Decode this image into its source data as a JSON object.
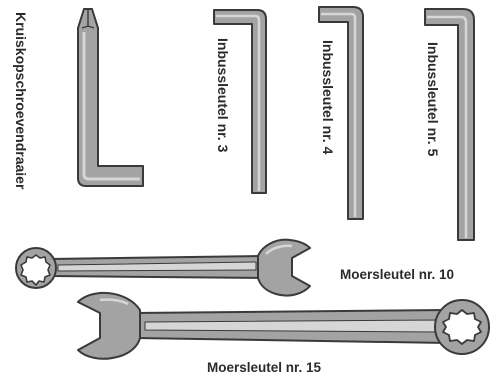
{
  "tools": {
    "screwdriver": {
      "label": "Kruiskopschroevendraaier"
    },
    "hex3": {
      "label": "Inbussleutel nr. 3"
    },
    "hex4": {
      "label": "Inbussleutel nr. 4"
    },
    "hex5": {
      "label": "Inbussleutel nr. 5"
    },
    "wrench10": {
      "label": "Moersleutel nr. 10"
    },
    "wrench15": {
      "label": "Moersleutel nr. 15"
    }
  },
  "colors": {
    "tool_fill": "#a3a3a3",
    "tool_highlight": "#d6d6d6",
    "outline": "#3a3a3a",
    "label_text": "#2b2b2b"
  }
}
